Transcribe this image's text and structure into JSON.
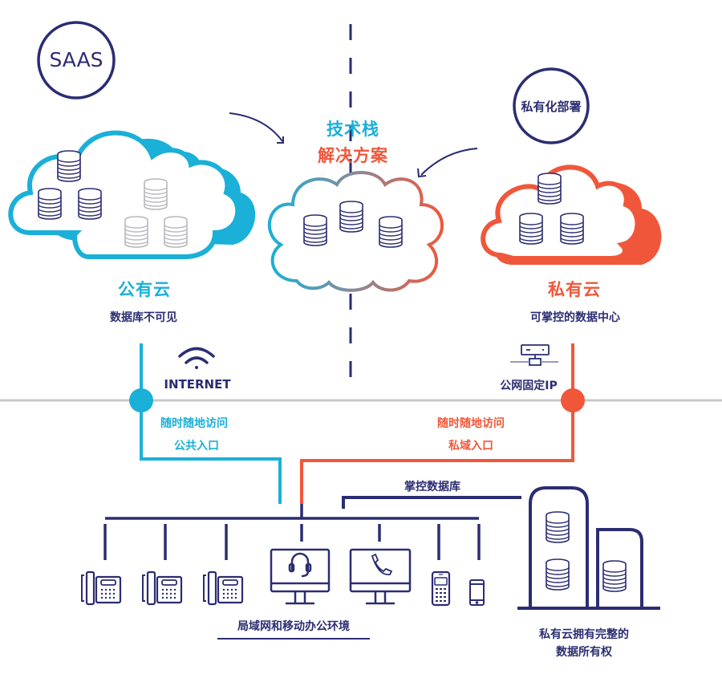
{
  "colors": {
    "navy": "#2b2d72",
    "cyan": "#1ab0d8",
    "red": "#f0573a",
    "gray_line": "#c8c8c8",
    "db_faded": "#b8b8be"
  },
  "badges": {
    "saas": "SAAS",
    "private_deploy": "私有化部署"
  },
  "center": {
    "title_line1": "技术栈",
    "title_line2": "解决方案"
  },
  "public_cloud": {
    "title": "公有云",
    "subtitle": "数据库不可见",
    "network_icon": "wifi-icon",
    "network_label": "INTERNET",
    "access_line1": "随时随地访问",
    "access_line2": "公共入口"
  },
  "private_cloud": {
    "title": "私有云",
    "subtitle": "可掌控的数据中心",
    "network_icon": "server-network-icon",
    "network_label": "公网固定IP",
    "access_line1": "随时随地访问",
    "access_line2": "私域入口"
  },
  "lan": {
    "control_label": "掌控数据库",
    "devices": [
      {
        "icon": "desk-phone-icon"
      },
      {
        "icon": "desk-phone-icon"
      },
      {
        "icon": "desk-phone-icon"
      },
      {
        "icon": "monitor-headset-icon"
      },
      {
        "icon": "monitor-phone-icon"
      },
      {
        "icon": "feature-phone-icon"
      },
      {
        "icon": "smartphone-icon"
      }
    ],
    "label": "局域网和移动办公环境"
  },
  "ownership": {
    "line1": "私有云拥有完整的",
    "line2": "数据所有权"
  }
}
